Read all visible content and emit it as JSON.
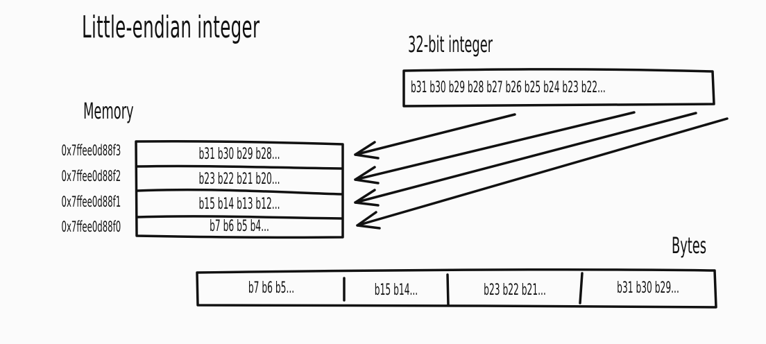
{
  "title": "Little-endian integer",
  "integer": {
    "label": "32-bit integer",
    "bits": "b31 b30 b29 b28 b27 b26 b25 b24 b23 b22..."
  },
  "memory": {
    "label": "Memory",
    "rows": [
      {
        "address": "0x7ffee0d88f3",
        "bits": "b31 b30 b29 b28..."
      },
      {
        "address": "0x7ffee0d88f2",
        "bits": "b23 b22 b21 b20..."
      },
      {
        "address": "0x7ffee0d88f1",
        "bits": "b15 b14 b13 b12..."
      },
      {
        "address": "0x7ffee0d88f0",
        "bits": "b7 b6 b5 b4..."
      }
    ]
  },
  "bytes": {
    "label": "Bytes",
    "cells": [
      "b7 b6 b5...",
      "b15 b14...",
      "b23 b22 b21...",
      "b31 b30 b29..."
    ]
  },
  "colors": {
    "ink": "#111111",
    "background": "#fbfbfb"
  }
}
